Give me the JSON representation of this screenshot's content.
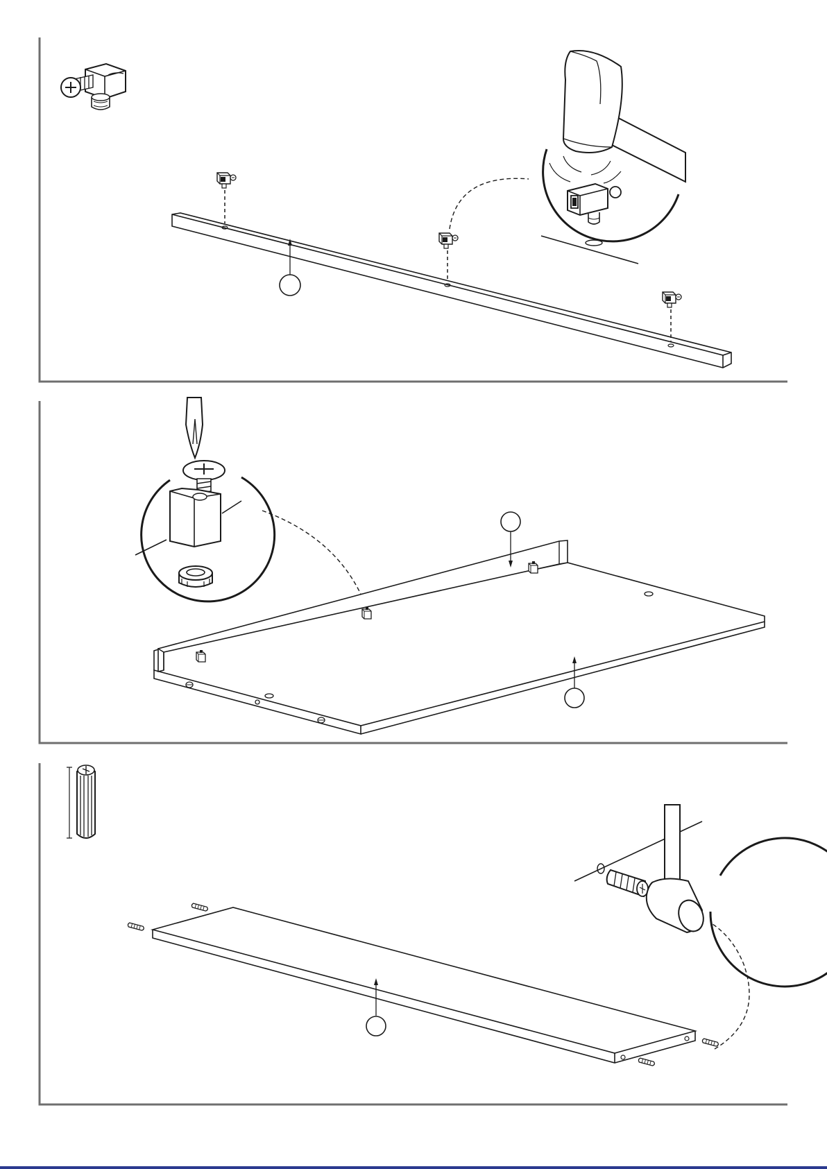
{
  "document": {
    "kind": "furniture-assembly-instructions",
    "panels": [
      {
        "id": "step-cam-fittings",
        "parts": [
          "cam-fitting-icon",
          "mallet-icon",
          "cam-fitting-icon",
          "cam-fitting-icon",
          "cam-fitting-icon"
        ],
        "callouts": [
          ""
        ]
      },
      {
        "id": "step-attach-rail",
        "parts": [
          "screwdriver-icon",
          "screw-icon",
          "cam-block-icon",
          "cam-nut-icon"
        ],
        "callouts": [
          "",
          ""
        ]
      },
      {
        "id": "step-dowels",
        "parts": [
          "dowel-icon",
          "mallet-icon",
          "dowel-icon",
          "dowel-icon",
          "dowel-icon",
          "dowel-icon"
        ],
        "callouts": [
          ""
        ]
      }
    ]
  },
  "colors": {
    "ink": "#1a1a1a",
    "frame": "#6f6f6f",
    "paper": "#ffffff",
    "accent_rule": "#2b3a8f"
  }
}
